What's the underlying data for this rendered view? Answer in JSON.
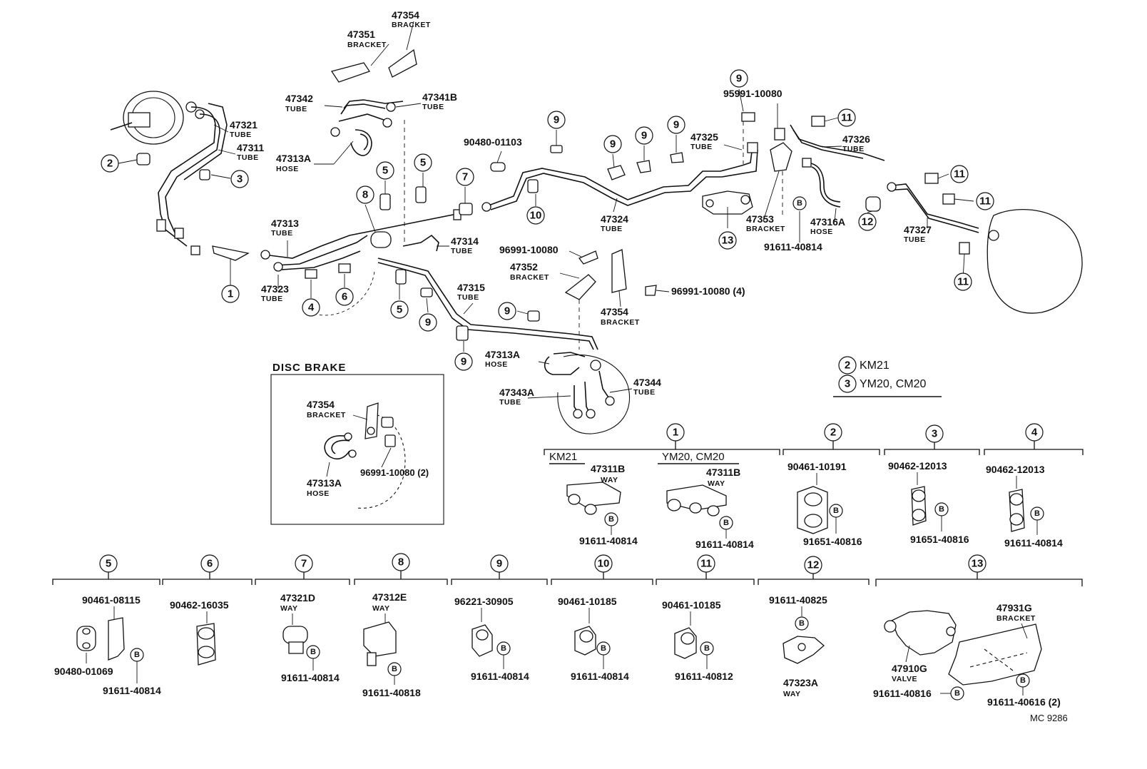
{
  "diagram": {
    "drawing_code": "MC 9286",
    "bolt_letter": "B",
    "callouts": {
      "c1": "1",
      "c2": "2",
      "c3": "3",
      "c4": "4",
      "c5": "5",
      "c6": "6",
      "c7": "7",
      "c8": "8",
      "c9": "9",
      "c10": "10",
      "c11": "11",
      "c12": "12",
      "c13": "13"
    },
    "parts": {
      "p47354_top": "47354",
      "s47354_top": "BRACKET",
      "p47351": "47351",
      "s47351": "BRACKET",
      "p47342": "47342",
      "s47342": "TUBE",
      "p47341B": "47341B",
      "s47341B": "TUBE",
      "p47321": "47321",
      "s47321": "TUBE",
      "p47311": "47311",
      "s47311": "TUBE",
      "p47313A_top": "47313A",
      "s47313A_top": "HOSE",
      "p90480_01103": "90480-01103",
      "p95991": "95991-10080",
      "p47325": "47325",
      "s47325": "TUBE",
      "p47326": "47326",
      "s47326": "TUBE",
      "p47313": "47313",
      "s47313": "TUBE",
      "p47314": "47314",
      "s47314": "TUBE",
      "p47324": "47324",
      "s47324": "TUBE",
      "p47353": "47353",
      "s47353": "BRACKET",
      "p47316A": "47316A",
      "s47316A": "HOSE",
      "p91611_mid": "91611-40814",
      "p47327": "47327",
      "s47327": "TUBE",
      "p96991_a": "96991-10080",
      "p47352": "47352",
      "s47352": "BRACKET",
      "p47323": "47323",
      "s47323": "TUBE",
      "p47315": "47315",
      "s47315": "TUBE",
      "p47354_mid": "47354",
      "s47354_mid": "BRACKET",
      "p96991_4": "96991-10080 (4)",
      "p47313A_mid": "47313A",
      "s47313A_mid": "HOSE",
      "p47343A": "47343A",
      "s47343A": "TUBE",
      "p47344": "47344",
      "s47344": "TUBE"
    },
    "legend": {
      "km21": "KM21",
      "ym20": "YM20, CM20"
    },
    "disc_brake": {
      "title": "DISC  BRAKE",
      "p47354": "47354",
      "s47354": "BRACKET",
      "p47313A": "47313A",
      "s47313A": "HOSE",
      "p96991": "96991-10080 (2)"
    },
    "g1": {
      "km21": "KM21",
      "ym20": "YM20, CM20",
      "way_l": "47311B",
      "way_r": "47311B",
      "way_sub": "WAY",
      "bolt_l": "91611-40814",
      "bolt_r": "91611-40814"
    },
    "g2": {
      "top": "90461-10191",
      "bot": "91651-40816"
    },
    "g3": {
      "top": "90462-12013",
      "bot": "91651-40816"
    },
    "g4": {
      "top": "90462-12013",
      "bot": "91611-40814"
    },
    "g5": {
      "top": "90461-08115",
      "mid": "90480-01069",
      "bot": "91611-40814"
    },
    "g6": {
      "top": "90462-16035"
    },
    "g7": {
      "top": "47321D",
      "sub": "WAY",
      "bot": "91611-40814"
    },
    "g8": {
      "top": "47312E",
      "sub": "WAY",
      "bot": "91611-40818"
    },
    "g9": {
      "top": "96221-30905",
      "bot": "91611-40814"
    },
    "g10": {
      "top": "90461-10185",
      "bot": "91611-40814"
    },
    "g11": {
      "top": "90461-10185",
      "bot": "91611-40812"
    },
    "g12": {
      "top": "91611-40825",
      "bot": "47323A",
      "sub": "WAY"
    },
    "g13": {
      "bracket": "47931G",
      "bracket_sub": "BRACKET",
      "valve": "47910G",
      "valve_sub": "VALVE",
      "bolt_l": "91611-40816",
      "bolt_r": "91611-40616 (2)"
    }
  }
}
